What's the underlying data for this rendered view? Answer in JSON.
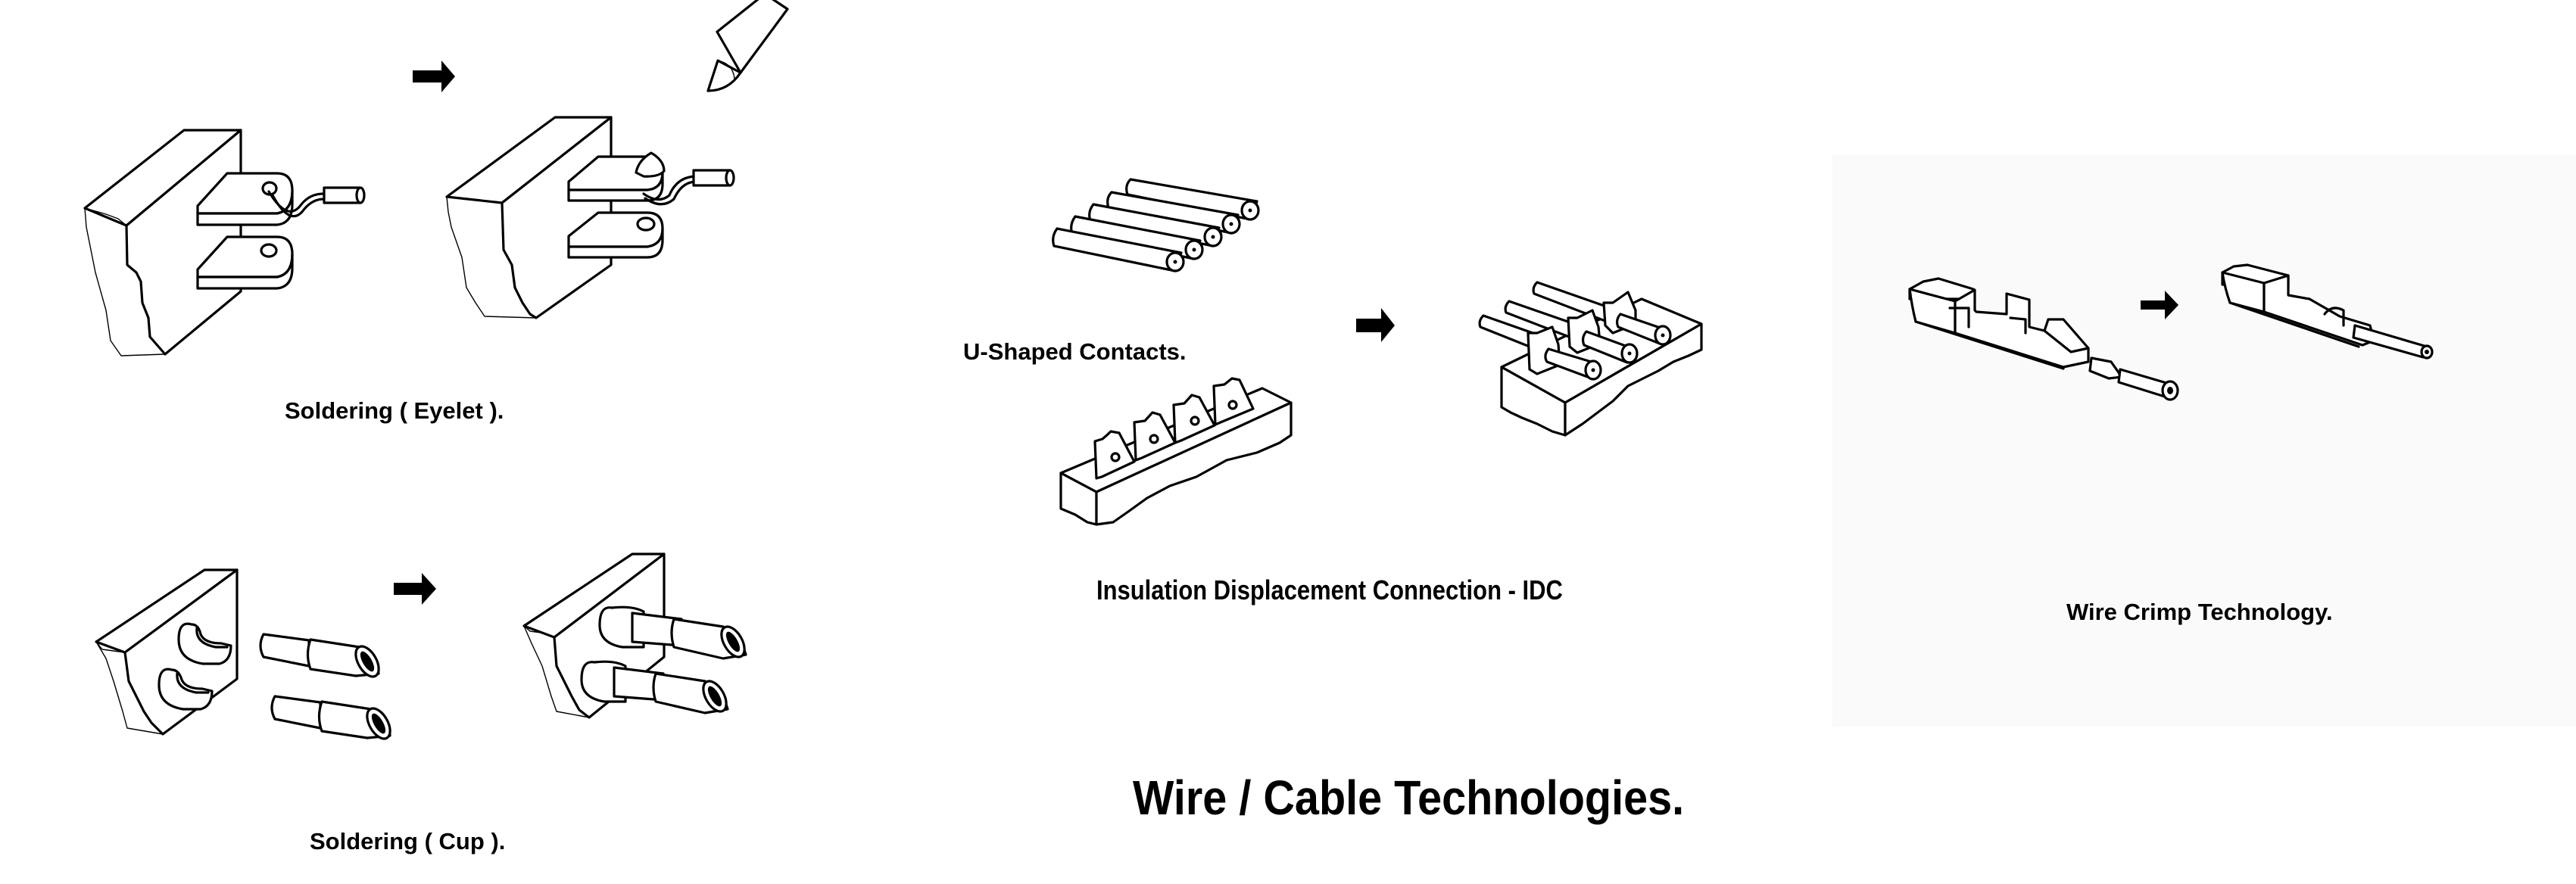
{
  "figure": {
    "title": "Wire / Cable Technologies.",
    "sections": [
      {
        "id": "soldering-eyelet",
        "caption": "Soldering ( Eyelet )."
      },
      {
        "id": "soldering-cup",
        "caption": "Soldering ( Cup )."
      },
      {
        "id": "idc",
        "caption": "Insulation Displacement Connection - IDC",
        "sub_caption": "U-Shaped Contacts."
      },
      {
        "id": "wire-crimp",
        "caption": "Wire Crimp Technology."
      }
    ],
    "icons": {
      "arrow": "right-arrow-icon",
      "soldering_iron": "soldering-iron-icon"
    },
    "colors": {
      "line": "#000000",
      "background": "#ffffff",
      "crimp_panel": "#fafafa"
    }
  }
}
